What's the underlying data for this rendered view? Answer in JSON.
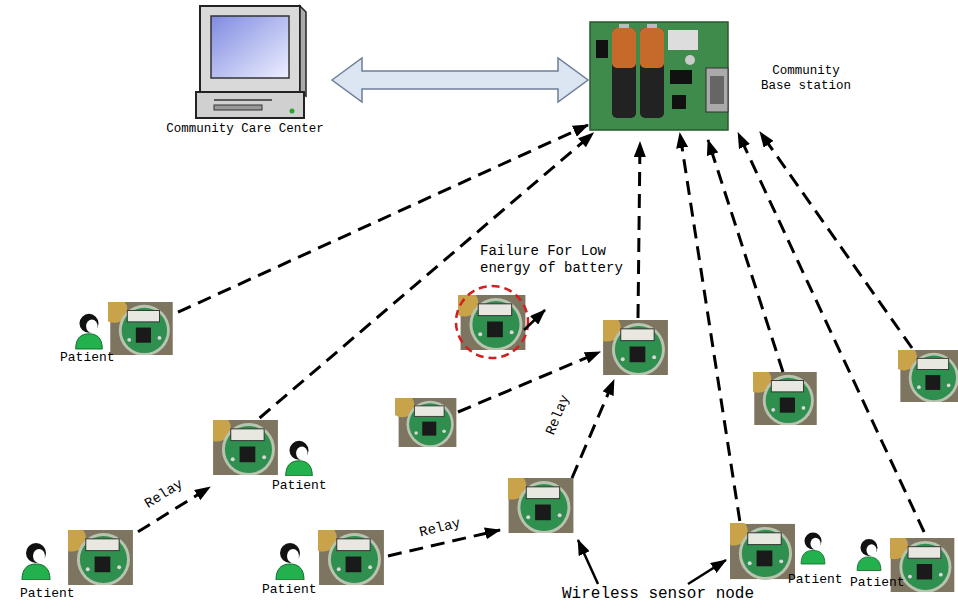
{
  "diagram": {
    "nodes": [
      {
        "text": [
          "Community Care Center"
        ]
      },
      {
        "text": [
          "Community Base station"
        ]
      },
      {
        "text": [
          "Patient"
        ]
      },
      {
        "text": [
          "Patient"
        ]
      },
      {
        "text": [
          "Patient"
        ]
      },
      {
        "text": [
          "Patient"
        ]
      },
      {
        "text": [
          "Patient"
        ]
      },
      {
        "text": [
          "Patient"
        ]
      }
    ],
    "edges": [
      {
        "from": 0,
        "to": 1,
        "arrow": "both"
      },
      {
        "from": 2,
        "to": 1,
        "arrow": "to"
      },
      {
        "from": 3,
        "to": 1,
        "arrow": "to"
      },
      {
        "from": 4,
        "to": 3,
        "arrow": "to",
        "label": "Relay"
      },
      {
        "from": 6,
        "to": 1,
        "arrow": "to"
      },
      {
        "from": 7,
        "to": 1,
        "arrow": "to"
      }
    ],
    "labels": [
      "Failure For Low energy of battery",
      "Relay",
      "Relay",
      "Wireless sensor node"
    ]
  }
}
